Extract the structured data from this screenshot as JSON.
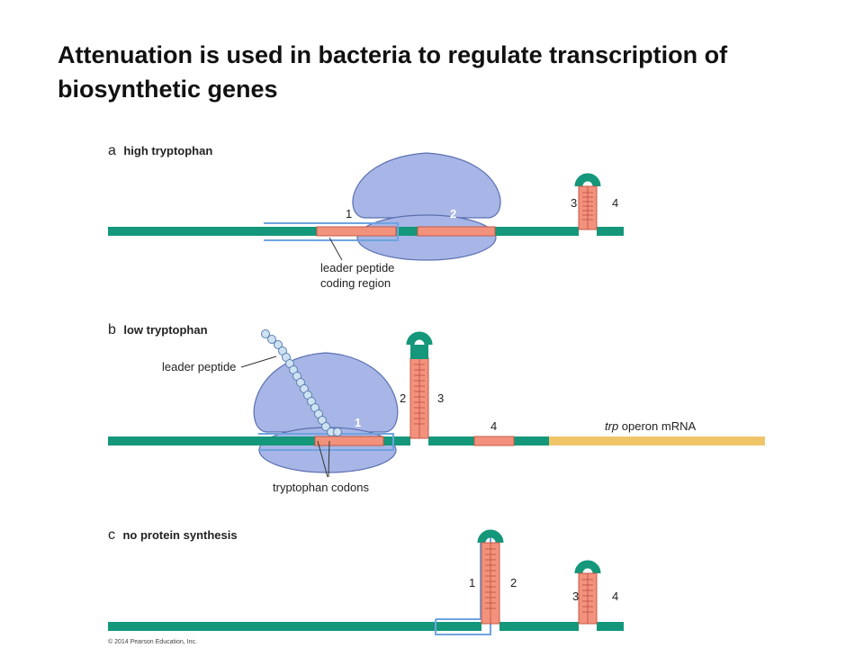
{
  "title": "Attenuation is used in bacteria to regulate transcription of biosynthetic genes",
  "panels": {
    "a": {
      "letter": "a",
      "title": "high tryptophan",
      "region_1": "1",
      "region_2": "2",
      "region_3": "3",
      "region_4": "4",
      "callout_line1": "leader peptide",
      "callout_line2": "coding region"
    },
    "b": {
      "letter": "b",
      "title": "low tryptophan",
      "region_1": "1",
      "region_2": "2",
      "region_3": "3",
      "region_4": "4",
      "callout_peptide": "leader peptide",
      "callout_codons": "tryptophan codons",
      "mrna_label_italic": "trp",
      "mrna_label_rest": " operon mRNA"
    },
    "c": {
      "letter": "c",
      "title": "no protein synthesis",
      "region_1": "1",
      "region_2": "2",
      "region_3": "3",
      "region_4": "4"
    }
  },
  "copyright": "© 2014 Pearson Education, Inc.",
  "colors": {
    "mrna": "#14977a",
    "region": "#f3927c",
    "region_stroke": "#c45a4a",
    "ribosome": "#a7b6e6",
    "ribosome_stroke": "#5a6fb0",
    "operon": "#f0c56a",
    "bracket": "#6fa3e0",
    "bead": "#cfe2f2"
  }
}
